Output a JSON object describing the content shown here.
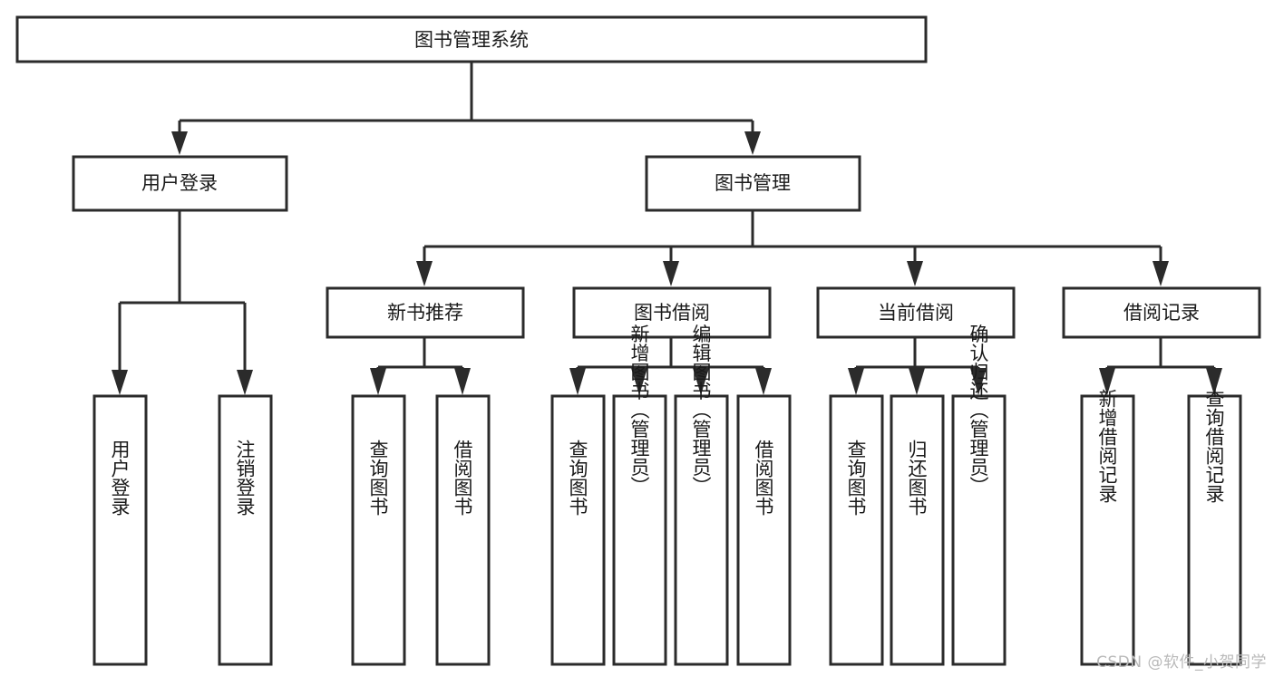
{
  "diagram": {
    "type": "tree-hierarchy-chart",
    "title": "图书管理系统",
    "colors": {
      "background": "#ffffff",
      "box_stroke": "#2b2b2b",
      "box_fill": "#ffffff",
      "text": "#1a1a1a",
      "connector": "#2b2b2b",
      "watermark": "#b9b9b9"
    },
    "levels": [
      {
        "level": 1,
        "nodes": [
          {
            "id": "root",
            "label": "图书管理系统",
            "orientation": "horizontal"
          }
        ]
      },
      {
        "level": 2,
        "nodes": [
          {
            "id": "user-login",
            "label": "用户登录",
            "orientation": "horizontal",
            "parent": "root"
          },
          {
            "id": "book-manage",
            "label": "图书管理",
            "orientation": "horizontal",
            "parent": "root"
          }
        ]
      },
      {
        "level": 3,
        "nodes": [
          {
            "id": "new-book-rec",
            "label": "新书推荐",
            "orientation": "horizontal",
            "parent": "book-manage"
          },
          {
            "id": "book-borrow",
            "label": "图书借阅",
            "orientation": "horizontal",
            "parent": "book-manage"
          },
          {
            "id": "current-borrow",
            "label": "当前借阅",
            "orientation": "horizontal",
            "parent": "book-manage"
          },
          {
            "id": "borrow-record",
            "label": "借阅记录",
            "orientation": "horizontal",
            "parent": "book-manage"
          }
        ]
      },
      {
        "level": 4,
        "nodes": [
          {
            "id": "leaf-user-login",
            "label": "用户登录",
            "orientation": "vertical",
            "parent": "user-login"
          },
          {
            "id": "leaf-logout",
            "label": "注销登录",
            "orientation": "vertical",
            "parent": "user-login"
          },
          {
            "id": "leaf-query-book-1",
            "label": "查询图书",
            "orientation": "vertical",
            "parent": "new-book-rec"
          },
          {
            "id": "leaf-borrow-book-1",
            "label": "借阅图书",
            "orientation": "vertical",
            "parent": "new-book-rec"
          },
          {
            "id": "leaf-query-book-2",
            "label": "查询图书",
            "orientation": "vertical",
            "parent": "book-borrow"
          },
          {
            "id": "leaf-add-book",
            "label": "新增图书（管理员）",
            "orientation": "vertical",
            "parent": "book-borrow"
          },
          {
            "id": "leaf-edit-book",
            "label": "编辑图书（管理员）",
            "orientation": "vertical",
            "parent": "book-borrow"
          },
          {
            "id": "leaf-borrow-book-2",
            "label": "借阅图书",
            "orientation": "vertical",
            "parent": "book-borrow"
          },
          {
            "id": "leaf-query-book-3",
            "label": "查询图书",
            "orientation": "vertical",
            "parent": "current-borrow"
          },
          {
            "id": "leaf-return-book",
            "label": "归还图书",
            "orientation": "vertical",
            "parent": "current-borrow"
          },
          {
            "id": "leaf-confirm-return",
            "label": "确认归还（管理员）",
            "orientation": "vertical",
            "parent": "current-borrow"
          },
          {
            "id": "leaf-add-record",
            "label": "新增借阅记录",
            "orientation": "vertical",
            "parent": "borrow-record"
          },
          {
            "id": "leaf-query-record",
            "label": "查询借阅记录",
            "orientation": "vertical",
            "parent": "borrow-record"
          }
        ]
      }
    ]
  },
  "watermark": {
    "text": "CSDN @软件_小贺同学"
  }
}
